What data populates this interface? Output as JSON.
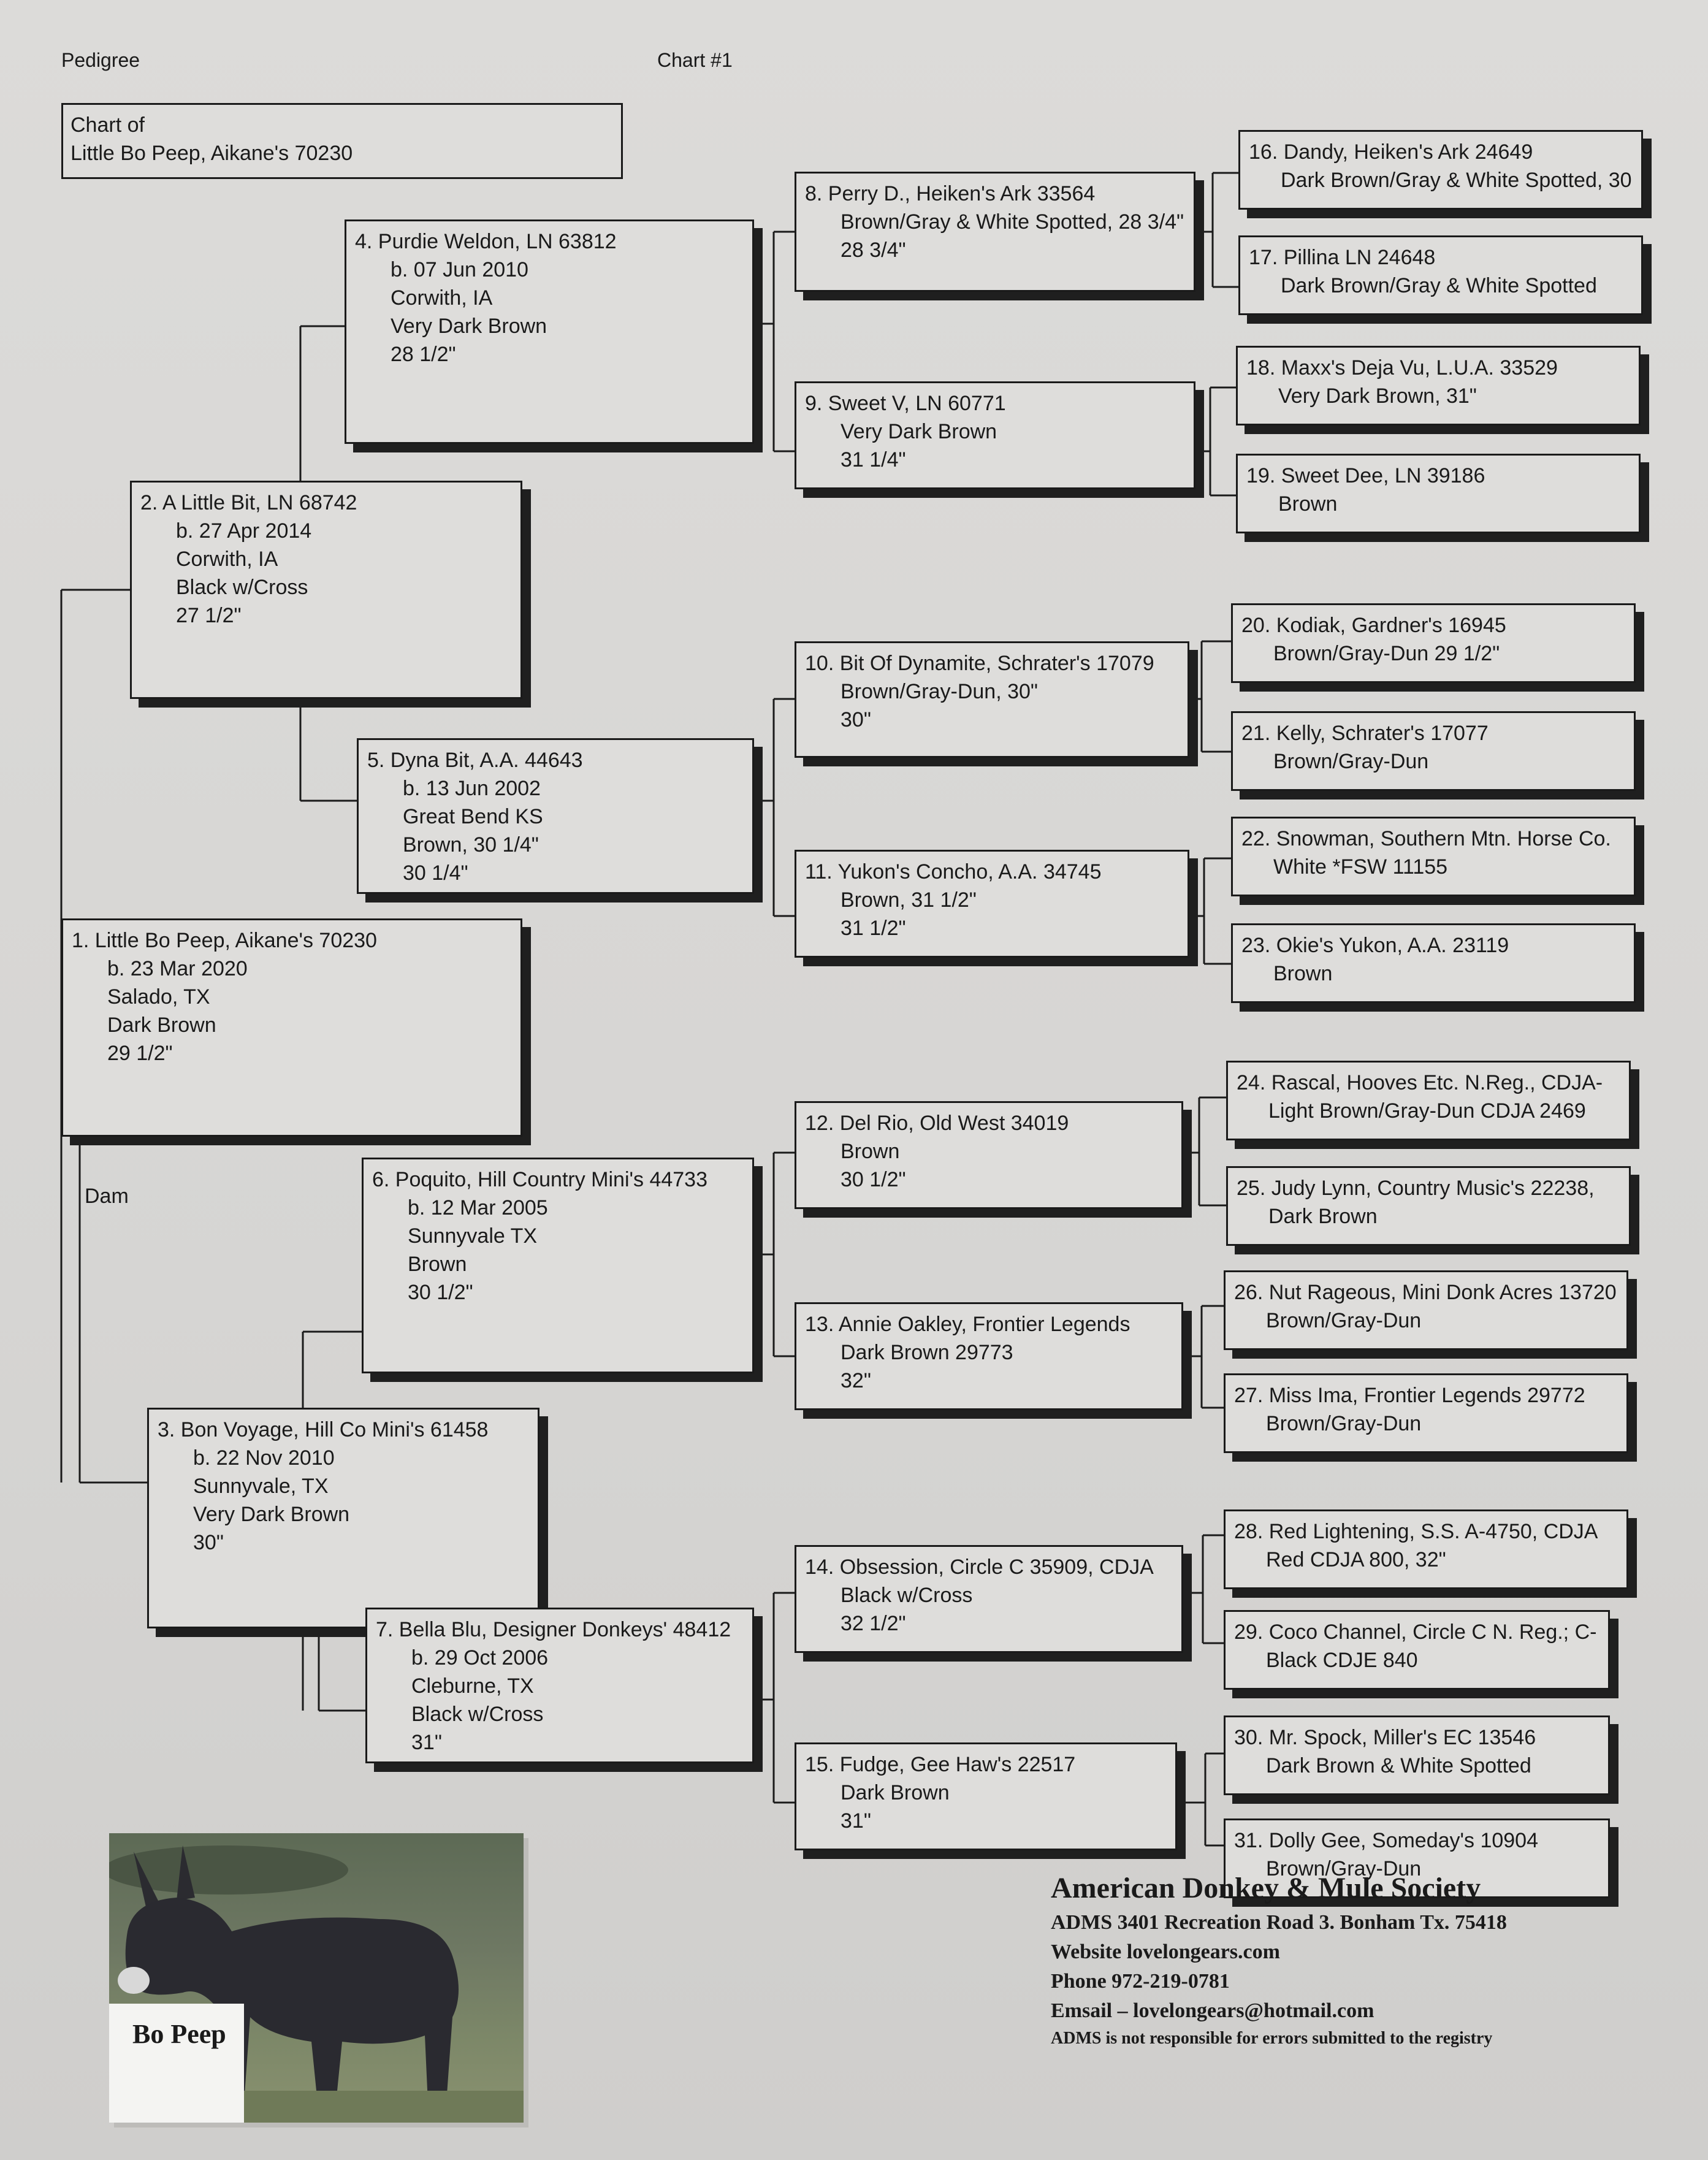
{
  "header": {
    "left": "Pedigree",
    "center": "Chart #1"
  },
  "chart_of": {
    "line1": "Chart of",
    "line2": "Little Bo Peep, Aikane's 70230"
  },
  "dam_label": "Dam",
  "animals": {
    "a1": [
      "1. Little Bo Peep, Aikane's 70230",
      "b. 23 Mar 2020",
      "Salado, TX",
      "Dark Brown",
      "29 1/2\""
    ],
    "a2": [
      "2. A Little Bit, LN 68742",
      "b. 27 Apr 2014",
      "Corwith, IA",
      "Black w/Cross",
      "27 1/2\""
    ],
    "a3": [
      "3. Bon Voyage, Hill Co Mini's 61458",
      "b. 22 Nov 2010",
      "Sunnyvale, TX",
      "Very Dark Brown",
      "30\""
    ],
    "a4": [
      "4. Purdie Weldon, LN 63812",
      "b. 07 Jun 2010",
      "Corwith, IA",
      "Very Dark Brown",
      "28 1/2\""
    ],
    "a5": [
      "5. Dyna Bit, A.A. 44643",
      "b. 13 Jun 2002",
      "Great Bend KS",
      "Brown, 30 1/4\"",
      "30 1/4\""
    ],
    "a6": [
      "6. Poquito, Hill Country Mini's 44733",
      "b. 12 Mar 2005",
      "Sunnyvale TX",
      "Brown",
      "30 1/2\""
    ],
    "a7": [
      "7. Bella Blu, Designer Donkeys' 48412",
      "b. 29 Oct 2006",
      "Cleburne, TX",
      "Black w/Cross",
      "31\""
    ],
    "a8": [
      "8. Perry D., Heiken's Ark 33564",
      "Brown/Gray & White Spotted, 28 3/4\"",
      "28 3/4\""
    ],
    "a9": [
      "9. Sweet V, LN 60771",
      "Very Dark Brown",
      "31 1/4\""
    ],
    "a10": [
      "10. Bit Of Dynamite, Schrater's 17079",
      "Brown/Gray-Dun, 30\"",
      "30\""
    ],
    "a11": [
      "11. Yukon's Concho, A.A. 34745",
      "Brown, 31 1/2\"",
      "31 1/2\""
    ],
    "a12": [
      "12. Del Rio, Old West 34019",
      "Brown",
      "30 1/2\""
    ],
    "a13": [
      "13. Annie Oakley, Frontier Legends",
      "Dark Brown  29773",
      "32\""
    ],
    "a14": [
      "14. Obsession, Circle C 35909, CDJA",
      "Black w/Cross",
      "32 1/2\""
    ],
    "a15": [
      "15. Fudge, Gee Haw's 22517",
      "Dark Brown",
      "31\""
    ],
    "a16": [
      "16. Dandy, Heiken's Ark 24649",
      "Dark Brown/Gray & White Spotted, 30"
    ],
    "a17": [
      "17. Pillina LN 24648",
      "Dark Brown/Gray & White Spotted"
    ],
    "a18": [
      "18. Maxx's Deja Vu, L.U.A. 33529",
      "Very Dark Brown, 31\""
    ],
    "a19": [
      "19. Sweet Dee, LN 39186",
      "Brown"
    ],
    "a20": [
      "20. Kodiak, Gardner's 16945",
      "Brown/Gray-Dun   29 1/2\""
    ],
    "a21": [
      "21. Kelly, Schrater's 17077",
      "Brown/Gray-Dun"
    ],
    "a22": [
      "22. Snowman, Southern Mtn. Horse Co.",
      "White *FSW 11155"
    ],
    "a23": [
      "23. Okie's Yukon, A.A. 23119",
      "Brown"
    ],
    "a24": [
      "24. Rascal, Hooves Etc. N.Reg., CDJA-",
      "Light Brown/Gray-Dun  CDJA 2469"
    ],
    "a25": [
      "25. Judy Lynn, Country Music's 22238,",
      "Dark Brown"
    ],
    "a26": [
      "26. Nut Rageous, Mini Donk Acres 13720",
      "Brown/Gray-Dun"
    ],
    "a27": [
      "27. Miss Ima, Frontier Legends 29772",
      "Brown/Gray-Dun"
    ],
    "a28": [
      "28. Red Lightening, S.S. A-4750, CDJA",
      "Red  CDJA 800, 32\""
    ],
    "a29": [
      "29. Coco Channel, Circle C N. Reg.; C-",
      "Black  CDJE 840"
    ],
    "a30": [
      "30. Mr. Spock, Miller's EC 13546",
      "Dark Brown & White Spotted"
    ],
    "a31": [
      "31. Dolly Gee, Someday's 10904",
      "Brown/Gray-Dun"
    ]
  },
  "photo": {
    "label": "Bo Peep"
  },
  "society": {
    "name": "American Donkey & Mule Society",
    "address": "ADMS 3401 Recreation Road 3. Bonham Tx. 75418",
    "website": "Website  lovelongears.com",
    "phone": "Phone  972-219-0781",
    "email": "Emsail – lovelongears@hotmail.com",
    "disclaimer": "ADMS is not responsible for errors submitted to the registry"
  }
}
